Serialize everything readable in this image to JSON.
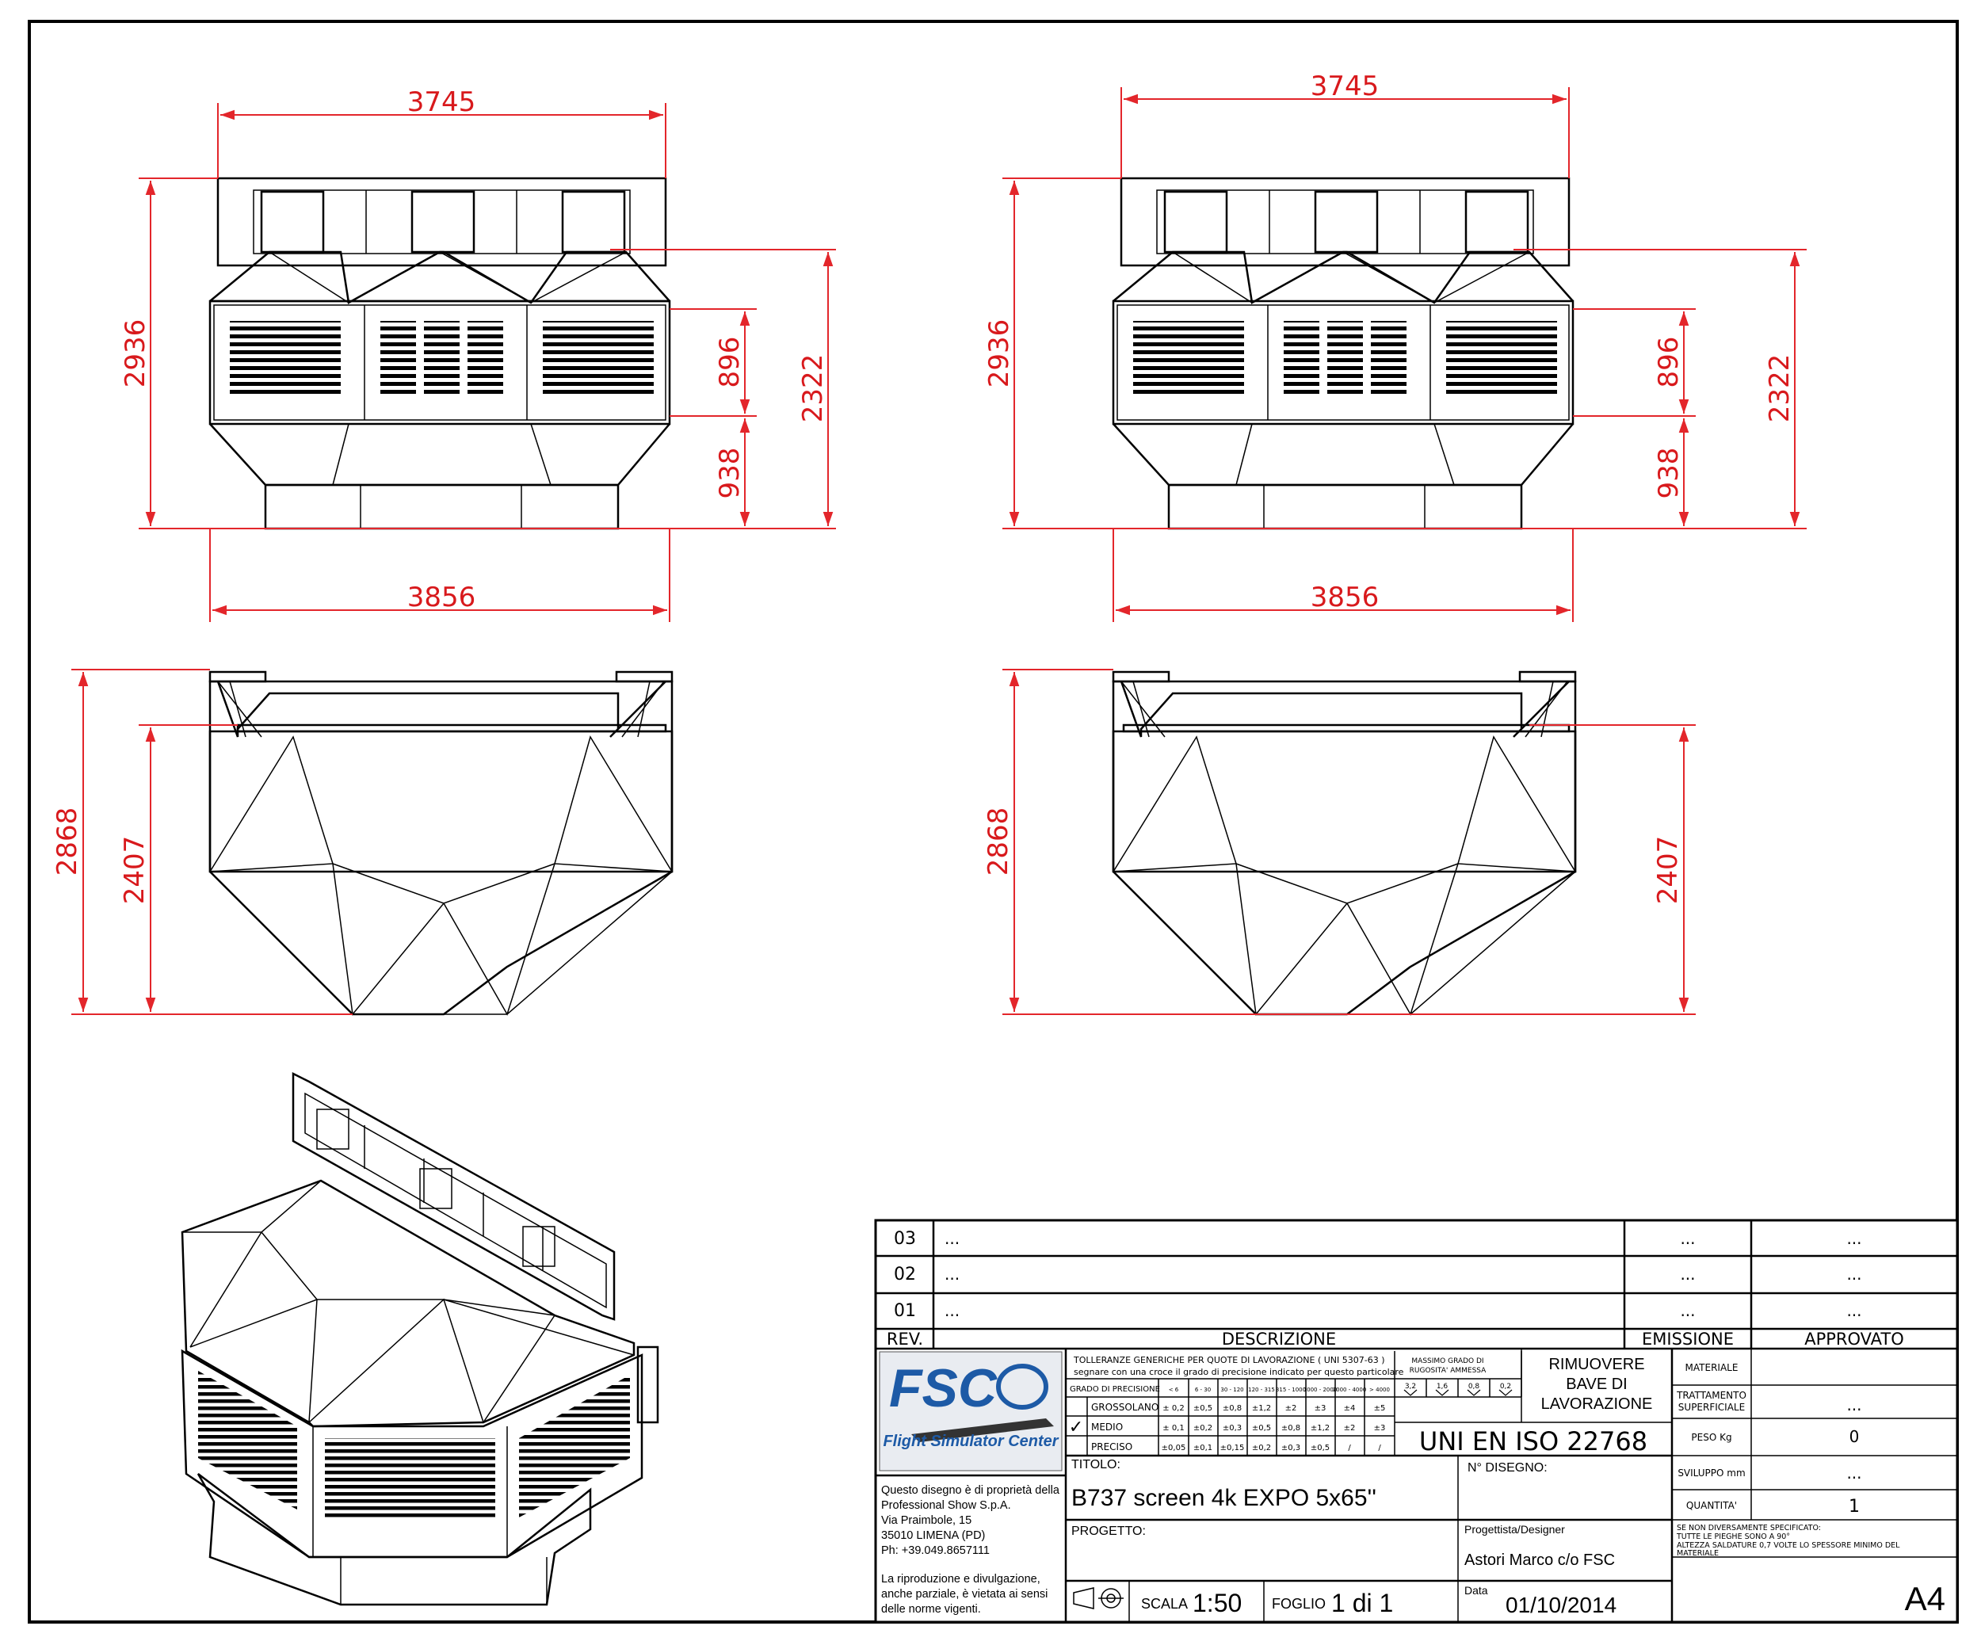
{
  "views": {
    "front_left": {
      "width_top": "3745",
      "width_bottom": "3856",
      "height_total": "2936",
      "height_body": "2322",
      "height_grille": "896",
      "height_lower": "938"
    },
    "front_right": {
      "width_top": "3745",
      "width_bottom": "3856",
      "height_total": "2936",
      "height_body": "2322",
      "height_grille": "896",
      "height_lower": "938"
    },
    "side_left": {
      "height_total": "2868",
      "height_lower": "2407"
    },
    "side_right": {
      "height_total": "2868",
      "height_lower": "2407"
    }
  },
  "title_block": {
    "revisions": [
      {
        "rev": "03",
        "desc": "...",
        "emission": "...",
        "approved": "..."
      },
      {
        "rev": "02",
        "desc": "...",
        "emission": "...",
        "approved": "..."
      },
      {
        "rev": "01",
        "desc": "...",
        "emission": "...",
        "approved": "..."
      }
    ],
    "headers": {
      "rev": "REV.",
      "desc": "DESCRIZIONE",
      "emission": "EMISSIONE",
      "approved": "APPROVATO"
    },
    "logo": {
      "text": "FSC",
      "subtitle": "Flight Simulator Center"
    },
    "tolerance": {
      "title_1": "TOLLERANZE GENERICHE PER QUOTE DI LAVORAZIONE ( UNI 5307-63 )",
      "title_2": "segnare con una croce il grado di precisione indicato per questo particolare",
      "rough_title_1": "MASSIMO GRADO DI",
      "rough_title_2": "RUGOSITA' AMMESSA",
      "grade_header": "GRADO DI PRECISIONE",
      "ranges": [
        "< 6",
        "6 - 30",
        "30 - 120",
        "120 - 315",
        "315 - 1000",
        "1000 - 2000",
        "2000 - 4000",
        "> 4000"
      ],
      "rows": [
        {
          "label": "GROSSOLANO",
          "checked": "",
          "values": [
            "± 0,2",
            "±0,5",
            "±0,8",
            "±1,2",
            "±2",
            "±3",
            "±4",
            "±5"
          ]
        },
        {
          "label": "MEDIO",
          "checked": "✓",
          "values": [
            "± 0,1",
            "±0,2",
            "±0,3",
            "±0,5",
            "±0,8",
            "±1,2",
            "±2",
            "±3"
          ]
        },
        {
          "label": "PRECISO",
          "checked": "",
          "values": [
            "±0,05",
            "±0,1",
            "±0,15",
            "±0,2",
            "±0,3",
            "±0,5",
            "/",
            "/"
          ]
        }
      ],
      "roughness": [
        "3,2",
        "1,6",
        "0,8",
        "0,2"
      ]
    },
    "deburr": [
      "RIMUOVERE",
      "BAVE DI",
      "LAVORAZIONE"
    ],
    "standard": "UNI EN ISO 22768",
    "materiale_label": "MATERIALE",
    "materiale_value": "",
    "trattamento_label_1": "TRATTAMENTO",
    "trattamento_label_2": "SUPERFICIALE",
    "trattamento_value": "...",
    "peso_label": "PESO Kg",
    "peso_value": "0",
    "sviluppo_label": "SVILUPPO mm",
    "sviluppo_value": "...",
    "quantita_label": "QUANTITA'",
    "quantita_value": "1",
    "notes": [
      "SE NON DIVERSAMENTE SPECIFICATO:",
      "TUTTE LE PIEGHE SONO A 90°",
      "ALTEZZA SALDATURE 0,7 VOLTE LO SPESSORE MINIMO DEL",
      "MATERIALE"
    ],
    "owner": [
      "Questo disegno è di proprietà della",
      "Professional Show S.p.A.",
      "Via Praimbole, 15",
      "35010 LIMENA (PD)",
      "Ph: +39.049.8657111"
    ],
    "disclaimer": [
      "La riproduzione e divulgazione,",
      "anche parziale, è vietata ai sensi",
      "delle norme vigenti."
    ],
    "titolo_label": "TITOLO:",
    "titolo_value": "B737 screen 4k EXPO 5x65''",
    "disegno_label": "N° DISEGNO:",
    "progetto_label": "PROGETTO:",
    "designer_label": "Progettista/Designer",
    "designer_value": "Astori Marco c/o FSC",
    "scala_label": "SCALA",
    "scala_value": "1:50",
    "foglio_label": "FOGLIO",
    "foglio_value": "1 di 1",
    "data_label": "Data",
    "data_value": "01/10/2014",
    "format": "A4"
  },
  "colors": {
    "dimension": "#d8191c",
    "line": "#000000",
    "logo_blue": "#1d5aa6"
  }
}
